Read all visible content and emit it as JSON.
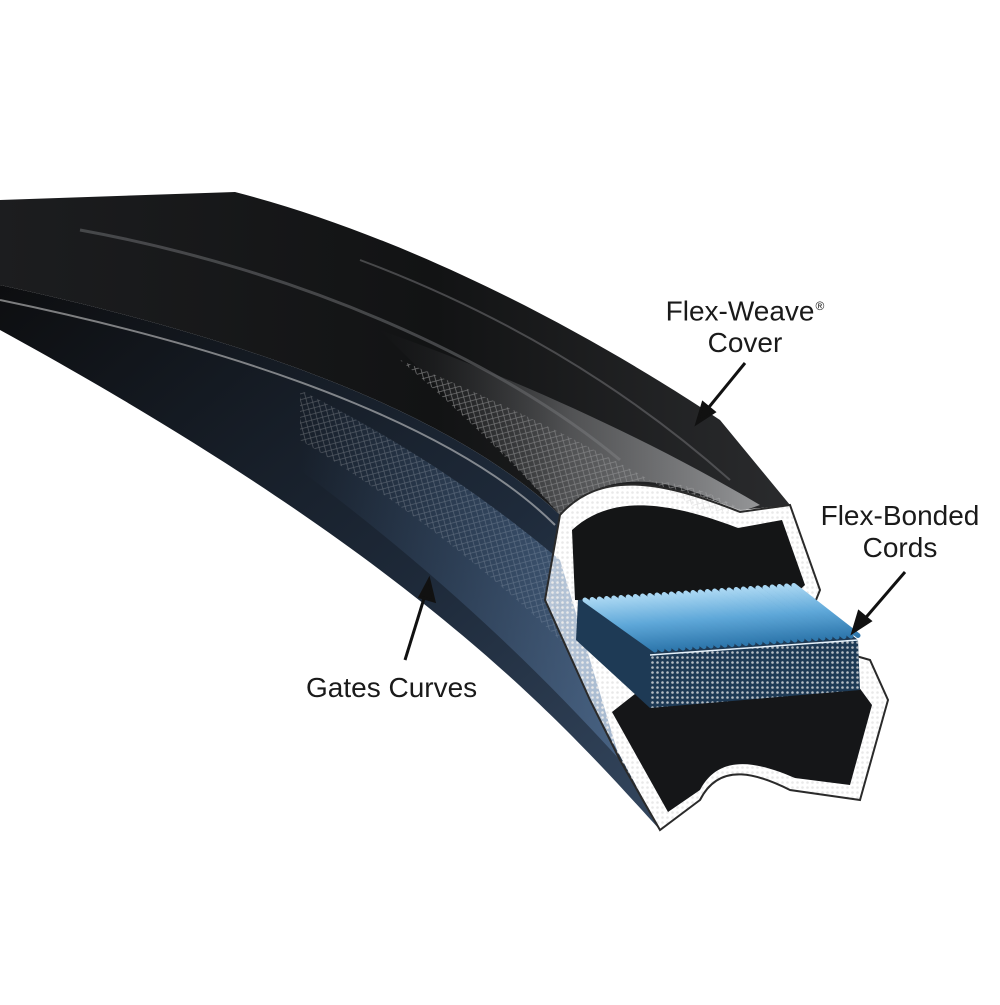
{
  "callouts": {
    "cover": {
      "line1": "Flex-Weave",
      "mark": "®",
      "line2": "Cover"
    },
    "cords": {
      "line1": "Flex-Bonded",
      "line2": "Cords"
    },
    "curves": {
      "text": "Gates Curves"
    }
  },
  "colors": {
    "belt_dark": "#111213",
    "belt_side": "#2b3a4e",
    "cord_blue": "#6fb2de",
    "cover_mesh": "#8a8a8a",
    "label_text": "#1a1a1a"
  },
  "icons": [
    "arrow-icon"
  ]
}
